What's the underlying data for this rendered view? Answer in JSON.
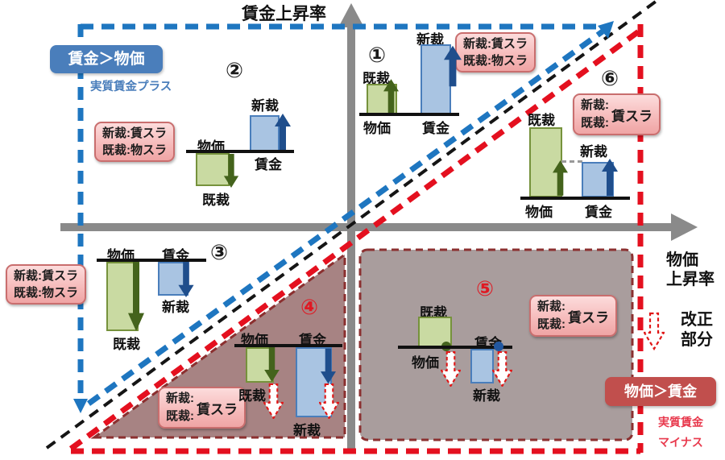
{
  "axes": {
    "y_axis_title": "賃金上昇率",
    "x_axis_title_line1": "物価",
    "x_axis_title_line2": "上昇率"
  },
  "quadrant_badges": {
    "wage_over_price": {
      "label": "賃金＞物価",
      "note": "実質賃金プラス"
    },
    "price_over_wage": {
      "label": "物価＞賃金",
      "note_line1": "実質賃金",
      "note_line2": "マイナス"
    }
  },
  "legend": {
    "revision_line1": "改正",
    "revision_line2": "部分"
  },
  "region_numbers": {
    "r1": "①",
    "r2": "②",
    "r3": "③",
    "r4": "④",
    "r5": "⑤",
    "r6": "⑥"
  },
  "tags": {
    "r1": {
      "line1": "新裁:賃スラ",
      "line2": "既裁:物スラ"
    },
    "r2": {
      "line1": "新裁:賃スラ",
      "line2": "既裁:物スラ"
    },
    "r3": {
      "line1": "新裁:賃スラ",
      "line2": "既裁:物スラ"
    },
    "r4": {
      "left_line1": "新裁:",
      "left_line2": "既裁:",
      "right": "賃スラ"
    },
    "r5": {
      "left_line1": "新裁:",
      "left_line2": "既裁:",
      "right": "賃スラ"
    },
    "r6": {
      "left_line1": "新裁:",
      "left_line2": "既裁:",
      "right": "賃スラ"
    }
  },
  "chart_labels": {
    "price": "物価",
    "wage": "賃金",
    "existing": "既裁",
    "new": "新裁"
  },
  "colors": {
    "blue_dashed": "#1e76c0",
    "red_dashed": "#e4101f",
    "black_dashed": "#151515",
    "axis_gray": "#8a8a8a",
    "green_bar": "#c9daa2",
    "green_border": "#76923c",
    "blue_bar": "#a9c4e2",
    "blue_border": "#4a7ebb",
    "dark_green_arrow": "#44631c",
    "dark_blue_arrow": "#1f4e8c",
    "badge_blue": "#4a7ebb",
    "badge_red": "#c14f4d",
    "region_fill_4": "#9b7272",
    "region_fill_5": "#a29595",
    "region_border": "#8b3030",
    "revision_arrow_outline": "#e01717"
  }
}
